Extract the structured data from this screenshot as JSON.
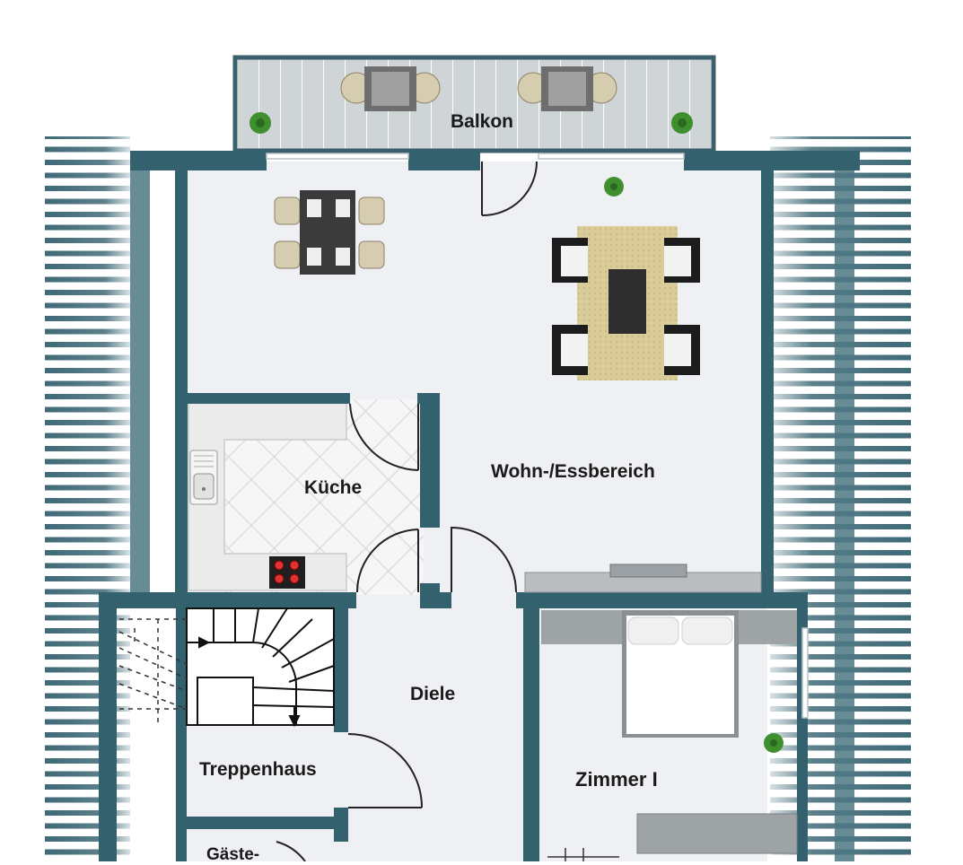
{
  "rooms": {
    "balkon": "Balkon",
    "wohn_ess": "Wohn-/Essbereich",
    "kueche": "Küche",
    "diele": "Diele",
    "treppenhaus": "Treppenhaus",
    "zimmer1": "Zimmer I",
    "gaeste": "Gäste-"
  },
  "colors": {
    "wall": "#34616e",
    "floor": "#eef0f3",
    "roof_stripe": "#3f6a77",
    "deck": "#cfd4d6",
    "rug": "#d9cc98",
    "tile": "#f4f4f4"
  }
}
